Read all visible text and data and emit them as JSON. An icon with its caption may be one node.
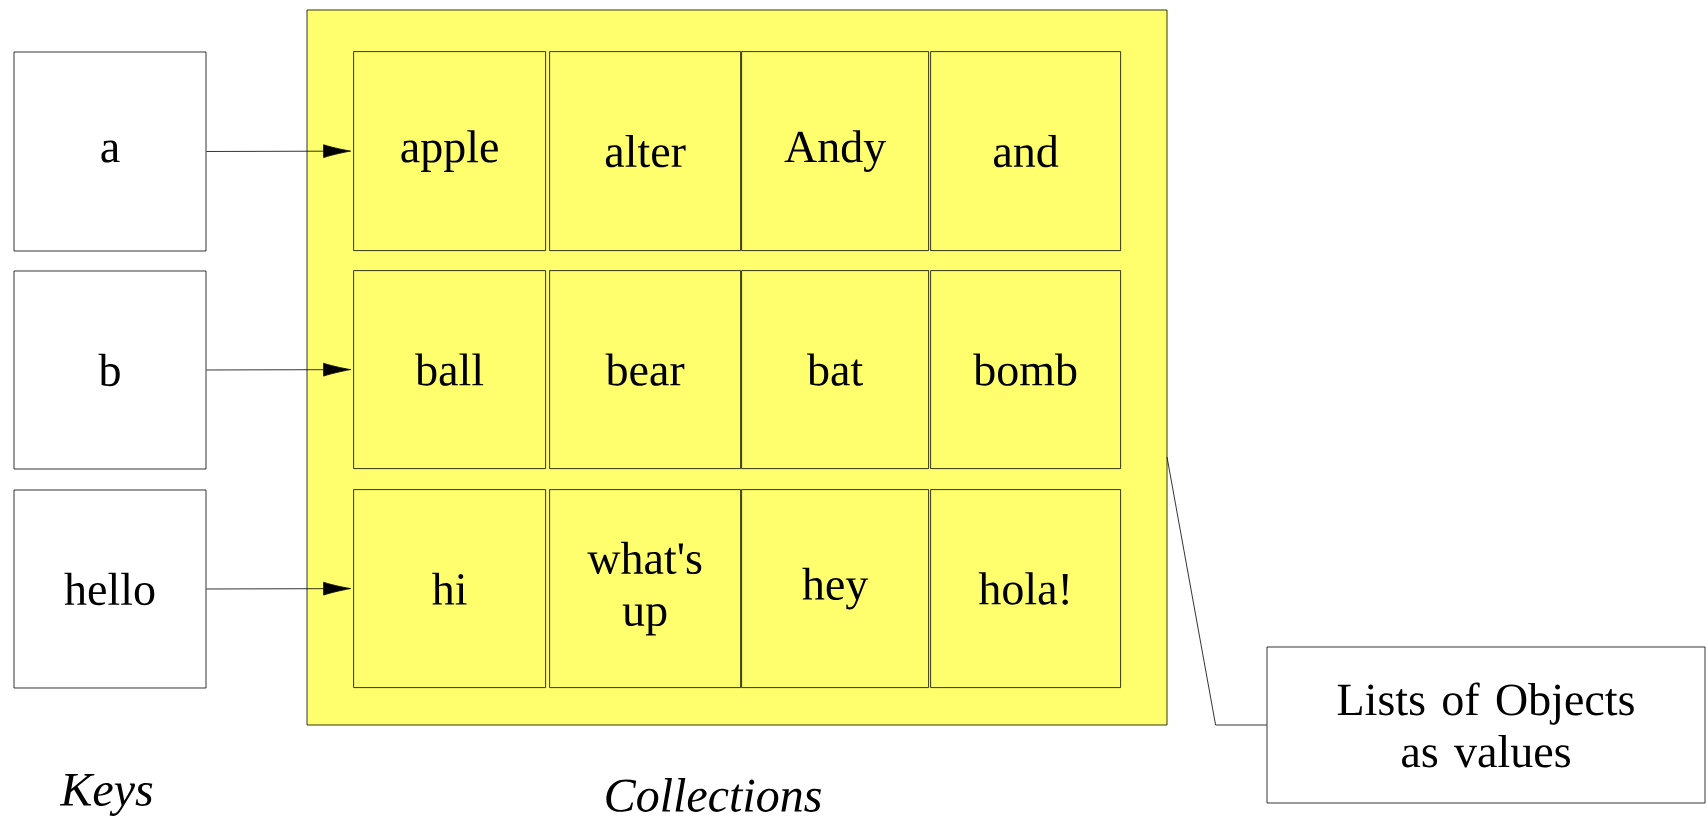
{
  "diagram": {
    "nodes": [
      {
        "text": [],
        "shape": "box"
      },
      {
        "text": [
          "a"
        ]
      },
      {
        "text": [
          "b"
        ]
      },
      {
        "text": [
          "hello"
        ]
      },
      {
        "text": [
          "apple"
        ],
        "in": 0
      },
      {
        "text": [
          "alter"
        ],
        "in": 0
      },
      {
        "text": [
          "Andy"
        ],
        "in": 0
      },
      {
        "text": [
          "and"
        ],
        "in": 0
      },
      {
        "text": [
          "ball"
        ],
        "in": 0
      },
      {
        "text": [
          "bear"
        ],
        "in": 0
      },
      {
        "text": [
          "bat"
        ],
        "in": 0
      },
      {
        "text": [
          "bomb"
        ],
        "in": 0
      },
      {
        "text": [
          "hi"
        ],
        "in": 0
      },
      {
        "text": [
          "what's up"
        ],
        "in": 0
      },
      {
        "text": [
          "hey"
        ],
        "in": 0
      },
      {
        "text": [
          "hola!"
        ],
        "in": 0
      },
      {
        "text": [
          "Lists of Objects as values"
        ]
      }
    ],
    "edges": [
      {
        "from": 1,
        "to": 4,
        "arrow": "to"
      },
      {
        "from": 2,
        "to": 8,
        "arrow": "to"
      },
      {
        "from": 3,
        "to": 12,
        "arrow": "to"
      },
      {
        "from": 16,
        "to": 0,
        "arrow": "none"
      }
    ],
    "labels": [
      "Keys",
      "Collections"
    ]
  }
}
